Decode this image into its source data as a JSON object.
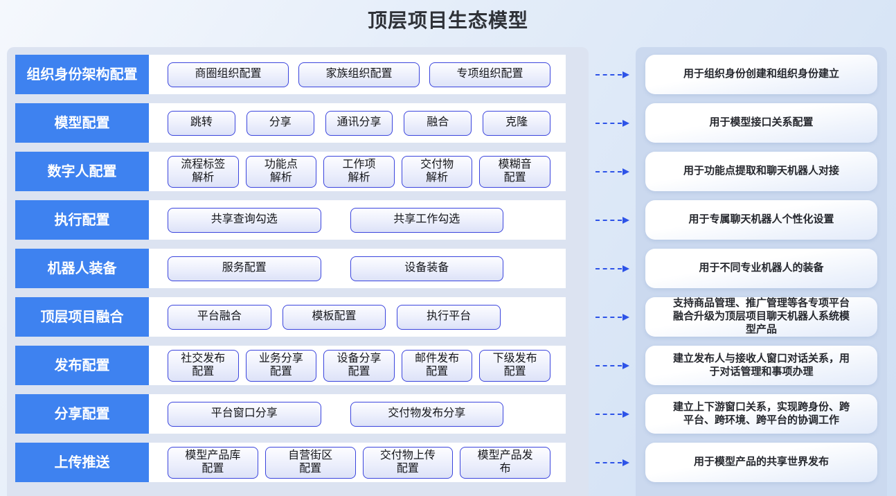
{
  "title": "顶层项目生态模型",
  "colors": {
    "category_blue": "#3e82f0",
    "button_border": "#3a44dd",
    "arrow_blue": "#2d53e8",
    "left_panel_bg": "#dce3f1",
    "right_panel_bg": "#cbd9ef"
  },
  "rows": [
    {
      "label": "组织身份架构配置",
      "buttons": [
        "商圈组织配置",
        "家族组织配置",
        "专项组织配置"
      ],
      "result": "用于组织身份创建和组织身份建立"
    },
    {
      "label": "模型配置",
      "buttons": [
        "跳转",
        "分享",
        "通讯分享",
        "融合",
        "克隆"
      ],
      "result": "用于模型接口关系配置"
    },
    {
      "label": "数字人配置",
      "buttons": [
        "流程标签\n解析",
        "功能点\n解析",
        "工作项\n解析",
        "交付物\n解析",
        "模糊音\n配置"
      ],
      "result": "用于功能点提取和聊天机器人对接"
    },
    {
      "label": "执行配置",
      "buttons": [
        "共享查询勾选",
        "共享工作勾选"
      ],
      "result": "用于专属聊天机器人个性化设置"
    },
    {
      "label": "机器人装备",
      "buttons": [
        "服务配置",
        "设备装备"
      ],
      "result": "用于不同专业机器人的装备"
    },
    {
      "label": "顶层项目融合",
      "buttons": [
        "平台融合",
        "模板配置",
        "执行平台"
      ],
      "result": "支持商品管理、推广管理等各专项平台融合升级为顶层项目聊天机器人系统模型产品"
    },
    {
      "label": "发布配置",
      "buttons": [
        "社交发布\n配置",
        "业务分享\n配置",
        "设备分享\n配置",
        "邮件发布\n配置",
        "下级发布\n配置"
      ],
      "result": "建立发布人与接收人窗口对话关系，用于对话管理和事项办理"
    },
    {
      "label": "分享配置",
      "buttons": [
        "平台窗口分享",
        "交付物发布分享"
      ],
      "result": "建立上下游窗口关系，实现跨身份、跨平台、跨环境、跨平台的协调工作"
    },
    {
      "label": "上传推送",
      "buttons": [
        "模型产品库\n配置",
        "自营街区\n配置",
        "交付物上传\n配置",
        "模型产品发\n布"
      ],
      "result": "用于模型产品的共享世界发布"
    }
  ]
}
